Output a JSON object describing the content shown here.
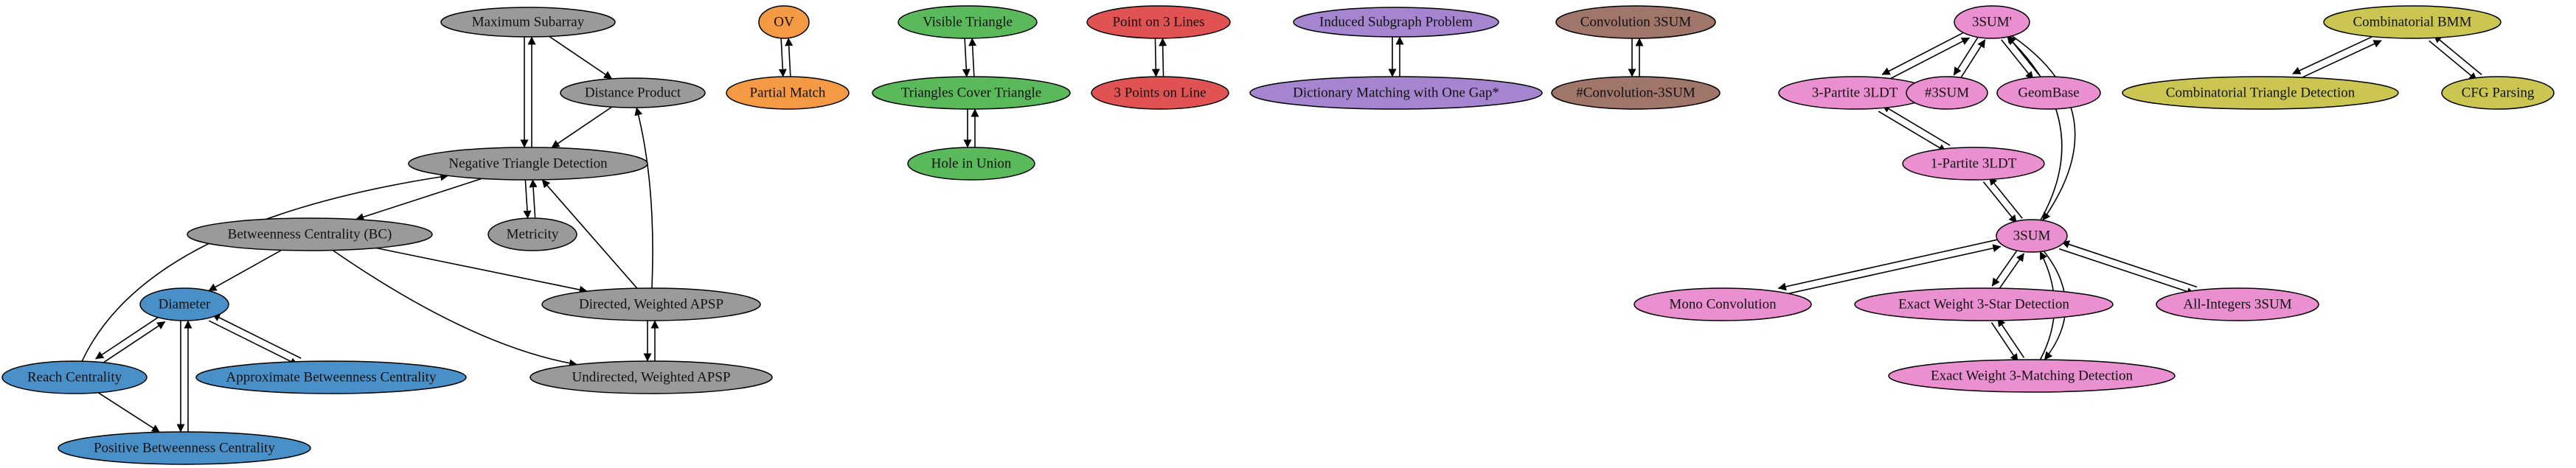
{
  "colors": {
    "gray": "#9a9a9a",
    "orange": "#f59a44",
    "green": "#5ab95a",
    "red": "#e15252",
    "purple": "#a585cf",
    "brown": "#a0756a",
    "pink": "#ea8fd0",
    "olive": "#cbc552",
    "blue": "#4a90c8"
  },
  "nodes": [
    {
      "id": "max_subarray",
      "label": "Maximum Subarray",
      "color": "gray"
    },
    {
      "id": "distance_product",
      "label": "Distance Product",
      "color": "gray"
    },
    {
      "id": "neg_triangle",
      "label": "Negative Triangle Detection",
      "color": "gray"
    },
    {
      "id": "betweenness",
      "label": "Betweenness Centrality (BC)",
      "color": "gray"
    },
    {
      "id": "metricity",
      "label": "Metricity",
      "color": "gray"
    },
    {
      "id": "directed_apsp",
      "label": "Directed, Weighted APSP",
      "color": "gray"
    },
    {
      "id": "undirected_apsp",
      "label": "Undirected, Weighted APSP",
      "color": "gray"
    },
    {
      "id": "diameter",
      "label": "Diameter",
      "color": "blue"
    },
    {
      "id": "reach",
      "label": "Reach Centrality",
      "color": "blue"
    },
    {
      "id": "approx_bc",
      "label": "Approximate Betweenness Centrality",
      "color": "blue"
    },
    {
      "id": "positive_bc",
      "label": "Positive Betweenness Centrality",
      "color": "blue"
    },
    {
      "id": "ov",
      "label": "OV",
      "color": "orange"
    },
    {
      "id": "partial_match",
      "label": "Partial Match",
      "color": "orange"
    },
    {
      "id": "visible_triangle",
      "label": "Visible Triangle",
      "color": "green"
    },
    {
      "id": "triangles_cover",
      "label": "Triangles Cover Triangle",
      "color": "green"
    },
    {
      "id": "hole_union",
      "label": "Hole in Union",
      "color": "green"
    },
    {
      "id": "point_3_lines",
      "label": "Point on 3 Lines",
      "color": "red"
    },
    {
      "id": "three_points_line",
      "label": "3 Points on Line",
      "color": "red"
    },
    {
      "id": "induced_subgraph",
      "label": "Induced Subgraph Problem",
      "color": "purple"
    },
    {
      "id": "dict_matching",
      "label": "Dictionary Matching with One Gap*",
      "color": "purple"
    },
    {
      "id": "conv_3sum",
      "label": "Convolution 3SUM",
      "color": "brown"
    },
    {
      "id": "sharp_conv_3sum",
      "label": "#Convolution-3SUM",
      "color": "brown"
    },
    {
      "id": "three_sum_prime",
      "label": "3SUM'",
      "color": "pink"
    },
    {
      "id": "three_partite",
      "label": "3-Partite 3LDT",
      "color": "pink"
    },
    {
      "id": "sharp_3sum",
      "label": "#3SUM",
      "color": "pink"
    },
    {
      "id": "geombase",
      "label": "GeomBase",
      "color": "pink"
    },
    {
      "id": "one_partite",
      "label": "1-Partite 3LDT",
      "color": "pink"
    },
    {
      "id": "three_sum",
      "label": "3SUM",
      "color": "pink"
    },
    {
      "id": "mono_conv",
      "label": "Mono Convolution",
      "color": "pink"
    },
    {
      "id": "exact_star",
      "label": "Exact Weight 3-Star Detection",
      "color": "pink"
    },
    {
      "id": "all_integers",
      "label": "All-Integers 3SUM",
      "color": "pink"
    },
    {
      "id": "exact_matching",
      "label": "Exact Weight 3-Matching Detection",
      "color": "pink"
    },
    {
      "id": "comb_bmm",
      "label": "Combinatorial BMM",
      "color": "olive"
    },
    {
      "id": "comb_triangle",
      "label": "Combinatorial Triangle Detection",
      "color": "olive"
    },
    {
      "id": "cfg_parsing",
      "label": "CFG Parsing",
      "color": "olive"
    }
  ],
  "edges": [
    {
      "from": "max_subarray",
      "to": "distance_product"
    },
    {
      "from": "max_subarray",
      "to": "neg_triangle"
    },
    {
      "from": "neg_triangle",
      "to": "max_subarray"
    },
    {
      "from": "distance_product",
      "to": "neg_triangle"
    },
    {
      "from": "neg_triangle",
      "to": "betweenness"
    },
    {
      "from": "neg_triangle",
      "to": "metricity"
    },
    {
      "from": "metricity",
      "to": "neg_triangle"
    },
    {
      "from": "directed_apsp",
      "to": "neg_triangle"
    },
    {
      "from": "directed_apsp",
      "to": "distance_product"
    },
    {
      "from": "directed_apsp",
      "to": "undirected_apsp"
    },
    {
      "from": "undirected_apsp",
      "to": "directed_apsp"
    },
    {
      "from": "betweenness",
      "to": "diameter"
    },
    {
      "from": "betweenness",
      "to": "directed_apsp"
    },
    {
      "from": "betweenness",
      "to": "undirected_apsp"
    },
    {
      "from": "reach",
      "to": "neg_triangle"
    },
    {
      "from": "reach",
      "to": "diameter"
    },
    {
      "from": "diameter",
      "to": "reach"
    },
    {
      "from": "reach",
      "to": "positive_bc"
    },
    {
      "from": "diameter",
      "to": "approx_bc"
    },
    {
      "from": "approx_bc",
      "to": "diameter"
    },
    {
      "from": "diameter",
      "to": "positive_bc"
    },
    {
      "from": "positive_bc",
      "to": "diameter"
    },
    {
      "from": "ov",
      "to": "partial_match"
    },
    {
      "from": "partial_match",
      "to": "ov"
    },
    {
      "from": "visible_triangle",
      "to": "triangles_cover"
    },
    {
      "from": "triangles_cover",
      "to": "visible_triangle"
    },
    {
      "from": "triangles_cover",
      "to": "hole_union"
    },
    {
      "from": "hole_union",
      "to": "triangles_cover"
    },
    {
      "from": "point_3_lines",
      "to": "three_points_line"
    },
    {
      "from": "three_points_line",
      "to": "point_3_lines"
    },
    {
      "from": "induced_subgraph",
      "to": "dict_matching"
    },
    {
      "from": "dict_matching",
      "to": "induced_subgraph"
    },
    {
      "from": "conv_3sum",
      "to": "sharp_conv_3sum"
    },
    {
      "from": "sharp_conv_3sum",
      "to": "conv_3sum"
    },
    {
      "from": "three_sum_prime",
      "to": "three_partite"
    },
    {
      "from": "three_partite",
      "to": "three_sum_prime"
    },
    {
      "from": "three_sum_prime",
      "to": "sharp_3sum"
    },
    {
      "from": "sharp_3sum",
      "to": "three_sum_prime"
    },
    {
      "from": "three_sum_prime",
      "to": "geombase"
    },
    {
      "from": "geombase",
      "to": "three_sum_prime"
    },
    {
      "from": "three_sum_prime",
      "to": "three_sum"
    },
    {
      "from": "three_sum",
      "to": "three_sum_prime"
    },
    {
      "from": "three_partite",
      "to": "one_partite"
    },
    {
      "from": "one_partite",
      "to": "three_partite"
    },
    {
      "from": "one_partite",
      "to": "three_sum"
    },
    {
      "from": "three_sum",
      "to": "one_partite"
    },
    {
      "from": "three_sum",
      "to": "mono_conv"
    },
    {
      "from": "mono_conv",
      "to": "three_sum"
    },
    {
      "from": "three_sum",
      "to": "exact_star"
    },
    {
      "from": "exact_star",
      "to": "three_sum"
    },
    {
      "from": "three_sum",
      "to": "all_integers"
    },
    {
      "from": "all_integers",
      "to": "three_sum"
    },
    {
      "from": "three_sum",
      "to": "exact_matching"
    },
    {
      "from": "exact_matching",
      "to": "three_sum"
    },
    {
      "from": "exact_star",
      "to": "exact_matching"
    },
    {
      "from": "exact_matching",
      "to": "exact_star"
    },
    {
      "from": "comb_bmm",
      "to": "comb_triangle"
    },
    {
      "from": "comb_triangle",
      "to": "comb_bmm"
    },
    {
      "from": "comb_bmm",
      "to": "cfg_parsing"
    },
    {
      "from": "cfg_parsing",
      "to": "comb_bmm"
    }
  ]
}
